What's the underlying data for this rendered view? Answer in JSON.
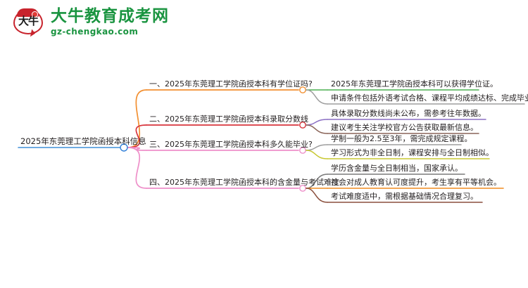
{
  "header": {
    "logo_mark_text": "大牛",
    "site_title": "大牛教育成考网",
    "site_domain": "gz-chengkao.com",
    "brand_green": "#1a9440",
    "brand_red": "#c8232c"
  },
  "mindmap": {
    "root": {
      "label": "2025年东莞理工学院函授本科信息",
      "node_color": "#2f7ed8",
      "underline_color": "#3f8fd8"
    },
    "branches": [
      {
        "label": "一、2025年东莞理工学院函授本科有学位证吗?",
        "color": "#f29032",
        "children": [
          {
            "label": "2025年东莞理工学院函授本科可以获得学位证。",
            "color": "#4caf50"
          },
          {
            "label": "申请条件包括外语考试合格、课程平均成绩达标、完成毕业论文。",
            "color": "#9e9e9e"
          }
        ]
      },
      {
        "label": "二、2025年东莞理工学院函授本科录取分数线",
        "color": "#d8343c",
        "children": [
          {
            "label": "具体录取分数线尚未公布，需参考往年数据。",
            "color": "#8b6fc4"
          },
          {
            "label": "建议考生关注学校官方公告获取最新信息。",
            "color": "#8a6458"
          }
        ]
      },
      {
        "label": "三、2025年东莞理工学院函授本科多久能毕业?",
        "color": "#ee8fc9",
        "children": [
          {
            "label": "学制一般为2.5至3年，需完成规定课程。",
            "color": "#9e9e9e"
          },
          {
            "label": "学习形式为非全日制，课程安排与全日制相似。",
            "color": "#c8c832"
          }
        ]
      },
      {
        "label": "四、2025年东莞理工学院函授本科的含金量与考试难度",
        "color": "#ee8fc9",
        "children": [
          {
            "label": "学历含金量与全日制相当，国家承认。",
            "color": "#7a7a7a"
          },
          {
            "label": "社会对成人教育认可度提升，考生享有平等机会。",
            "color": "#f08a1e"
          },
          {
            "label": "考试难度适中，需根据基础情况合理复习。",
            "color": "#8a4f3d"
          }
        ]
      }
    ]
  }
}
